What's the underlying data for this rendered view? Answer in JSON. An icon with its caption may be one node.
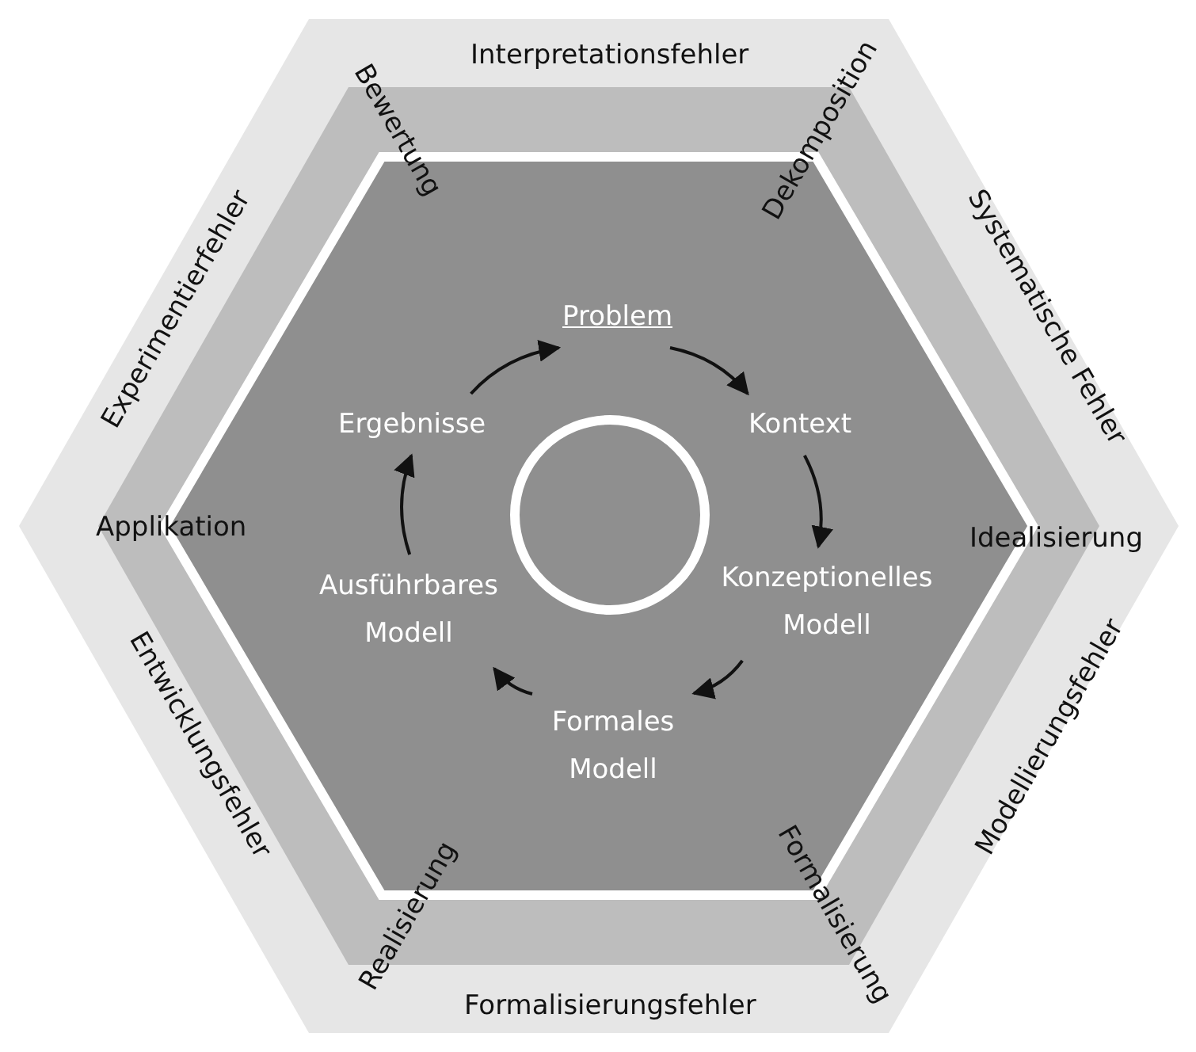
{
  "diagram": {
    "nodes": [
      {
        "text": [
          "Problem"
        ]
      },
      {
        "text": [
          "Kontext"
        ]
      },
      {
        "text": [
          "Konzeptionelles Modell"
        ]
      },
      {
        "text": [
          "Formales Modell"
        ]
      },
      {
        "text": [
          "Ausführbares Modell"
        ]
      },
      {
        "text": [
          "Ergebnisse"
        ]
      },
      {
        "text": [],
        "shape": "circle"
      }
    ],
    "edges": [
      {
        "from": 0,
        "to": 1,
        "arrow": "to"
      },
      {
        "from": 1,
        "to": 2,
        "arrow": "to"
      },
      {
        "from": 2,
        "to": 3,
        "arrow": "to"
      },
      {
        "from": 3,
        "to": 4,
        "arrow": "to"
      },
      {
        "from": 4,
        "to": 5,
        "arrow": "to"
      },
      {
        "from": 5,
        "to": 0,
        "arrow": "to"
      }
    ],
    "labels": [
      "Interpretationsfehler",
      "Bewertung",
      "Dekomposition",
      "Experimentierfehler",
      "Systematische Fehler",
      "Applikation",
      "Idealisierung",
      "Entwicklungsfehler",
      "Modellierungsfehler",
      "Realisierung",
      "Formalisierung",
      "Formalisierungsfehler"
    ]
  }
}
